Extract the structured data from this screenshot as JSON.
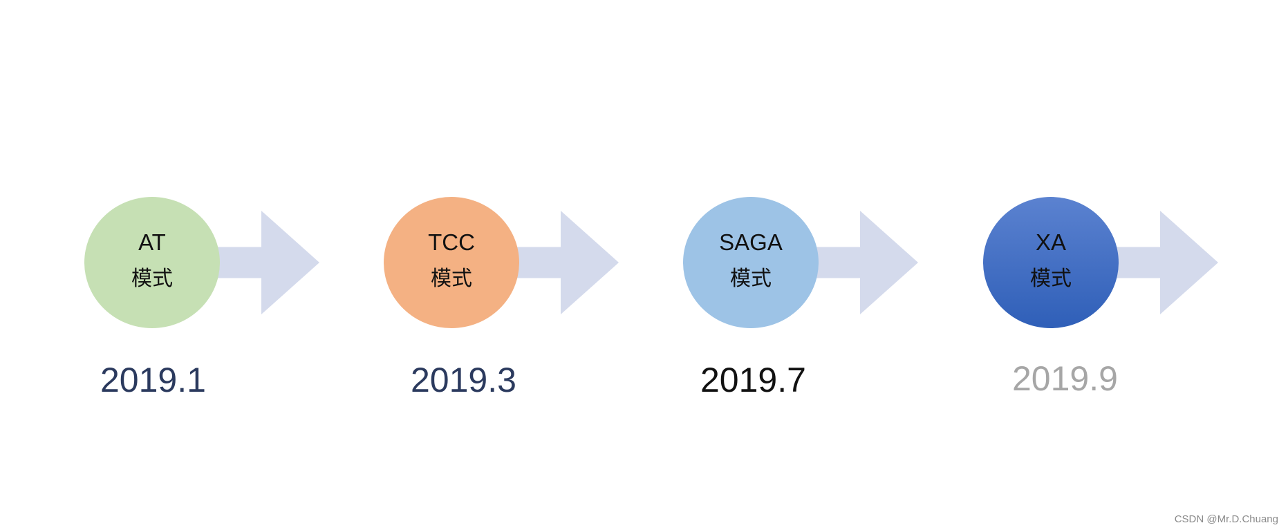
{
  "steps": [
    {
      "name": "AT",
      "mode": "模式",
      "year": "2019.1",
      "circle_color": "#c6e0b4",
      "year_color": "#2b3a5e"
    },
    {
      "name": "TCC",
      "mode": "模式",
      "year": "2019.3",
      "circle_color": "#f4b183",
      "year_color": "#2b3a5e"
    },
    {
      "name": "SAGA",
      "mode": "模式",
      "year": "2019.7",
      "circle_color": "#9dc3e6",
      "year_color": "#111111"
    },
    {
      "name": "XA",
      "mode": "模式",
      "year": "2019.9",
      "circle_color": "#4472c4",
      "year_color": "#a6a6a6"
    }
  ],
  "arrow_color": "#d4daec",
  "watermark": "CSDN @Mr.D.Chuang"
}
